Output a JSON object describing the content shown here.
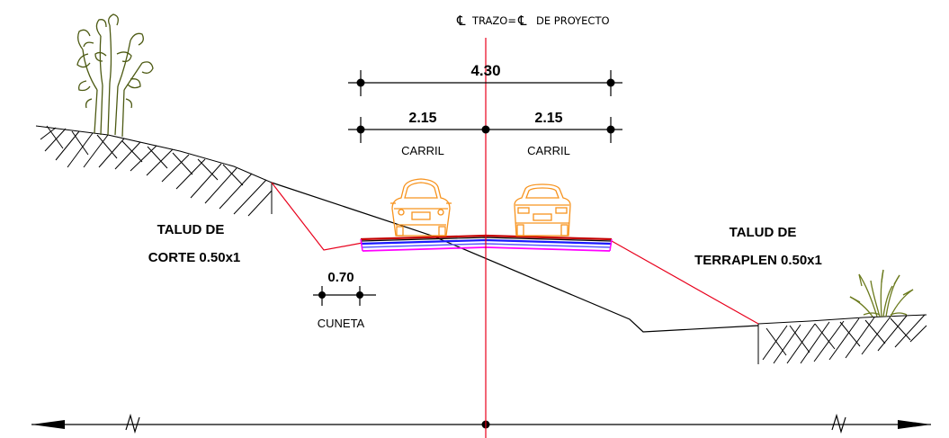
{
  "header": {
    "centerline_symbol": "℄",
    "trazo_text": "TRAZO=",
    "proyecto_text": "DE PROYECTO"
  },
  "dimensions": {
    "total": "4.30",
    "lane_left": "2.15",
    "lane_right": "2.15",
    "lane_left_label": "CARRIL",
    "lane_right_label": "CARRIL",
    "ditch_width": "0.70",
    "ditch_label": "CUNETA"
  },
  "slopes": {
    "cut_line1": "TALUD DE",
    "cut_line2": "CORTE 0.50x1",
    "fill_line1": "TALUD DE",
    "fill_line2": "TERRAPLEN 0.50x1"
  },
  "colors": {
    "centerline": "#e8001c",
    "slope_line": "#e8001c",
    "ground": "#000000",
    "car": "#f7931e",
    "tree": "#4d5a13",
    "plant": "#6b7a1d",
    "pavement_top": "#c40000",
    "pavement_base": "#1a1aff",
    "pavement_sub": "#ff00ff"
  }
}
